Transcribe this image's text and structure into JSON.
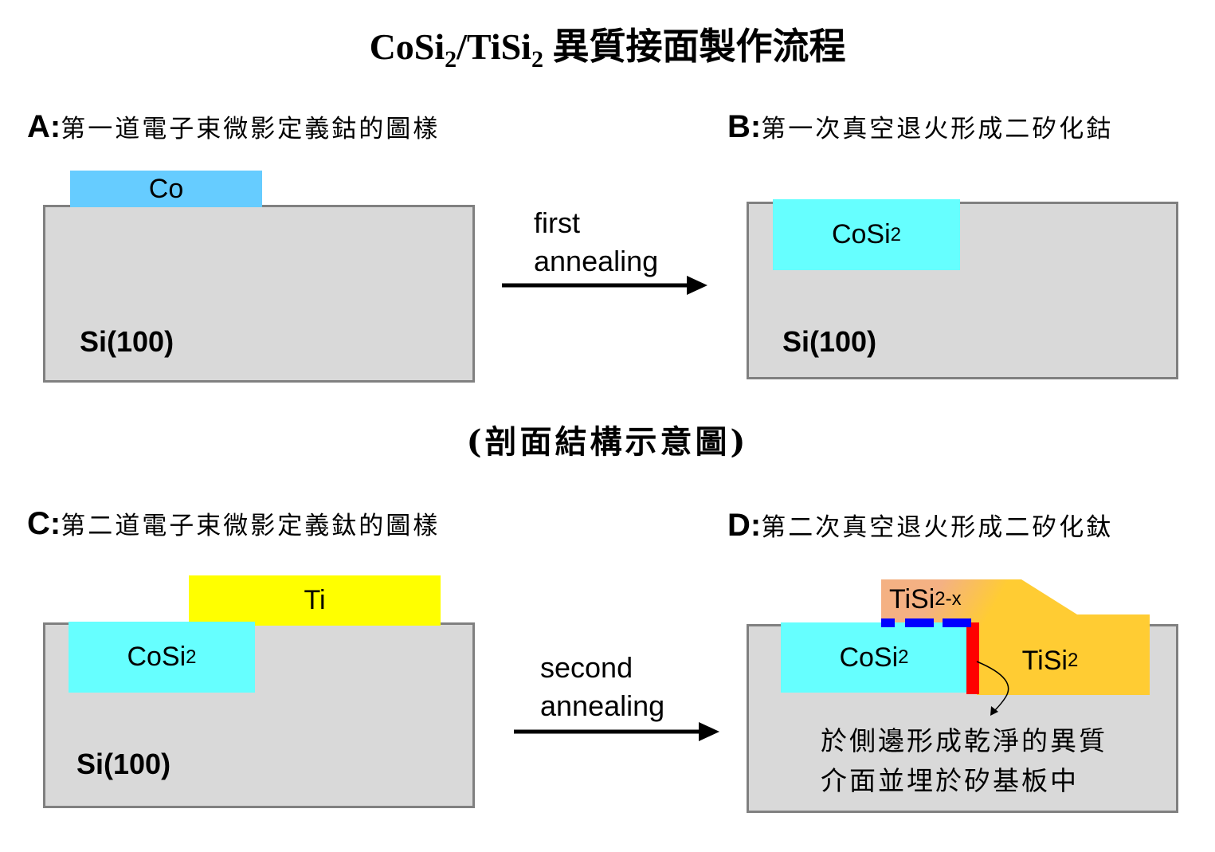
{
  "title": {
    "prefix_co": "CoSi",
    "sub1": "2",
    "slash_ti": "/TiSi",
    "sub2": "2",
    "suffix": " 異質接面製作流程"
  },
  "subtitle": "(剖面結構示意圖)",
  "steps": [
    {
      "letter": "A:",
      "description": "第一道電子束微影定義鈷的圖樣",
      "substrate_label": "Si(100)",
      "layers": [
        {
          "name": "Co",
          "label": "Co",
          "color": "#66CCFF"
        }
      ]
    },
    {
      "letter": "B:",
      "description": "第一次真空退火形成二矽化鈷",
      "substrate_label": "Si(100)",
      "layers": [
        {
          "name": "CoSi2",
          "label": "CoSi",
          "subscript": "2",
          "color": "#66FFFF"
        }
      ]
    },
    {
      "letter": "C:",
      "description": "第二道電子束微影定義鈦的圖樣",
      "substrate_label": "Si(100)",
      "layers": [
        {
          "name": "Ti",
          "label": "Ti",
          "color": "#FFFF00"
        },
        {
          "name": "CoSi2",
          "label": "CoSi",
          "subscript": "2",
          "color": "#66FFFF"
        }
      ]
    },
    {
      "letter": "D:",
      "description": "第二次真空退火形成二矽化鈦",
      "layers": [
        {
          "name": "CoSi2",
          "label": "CoSi",
          "subscript": "2",
          "color": "#66FFFF"
        },
        {
          "name": "TiSi2",
          "label": "TiSi",
          "subscript": "2",
          "color": "#FFCC33"
        },
        {
          "name": "TiSi2-x",
          "label": "TiSi",
          "subscript": "2-x",
          "color": "#F4B183"
        },
        {
          "name": "interface",
          "label": "",
          "color": "#FF0000"
        },
        {
          "name": "dashed-interface",
          "label": "",
          "color": "#0000FF"
        }
      ],
      "note_lines": [
        "於側邊形成乾淨的異質",
        "介面並埋於矽基板中"
      ]
    }
  ],
  "arrows": [
    {
      "line1": "first",
      "line2": "annealing"
    },
    {
      "line1": "second",
      "line2": "annealing"
    }
  ],
  "colors": {
    "substrate_fill": "#D9D9D9",
    "substrate_border": "#808080",
    "arrow": "#000000"
  }
}
